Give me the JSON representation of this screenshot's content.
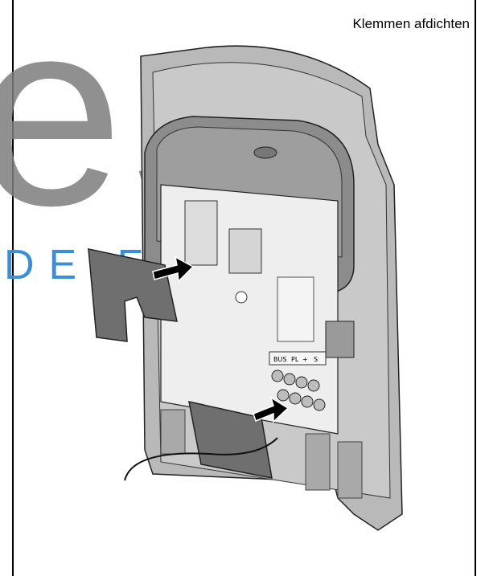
{
  "caption": "Klemmen afdichten",
  "watermark": {
    "big_letters": "es",
    "small_letters": "DE F"
  },
  "terminal_labels": [
    "BUS",
    "PL",
    "+",
    "S"
  ],
  "colors": {
    "accent_watermark_blue": "#3b8fd6",
    "watermark_gray": "#7d7d7d",
    "housing_gray": "#b8b8b8",
    "cap_gray": "#6f6f6f"
  },
  "icons": [
    "arrow-right-icon",
    "arrow-right-icon"
  ]
}
